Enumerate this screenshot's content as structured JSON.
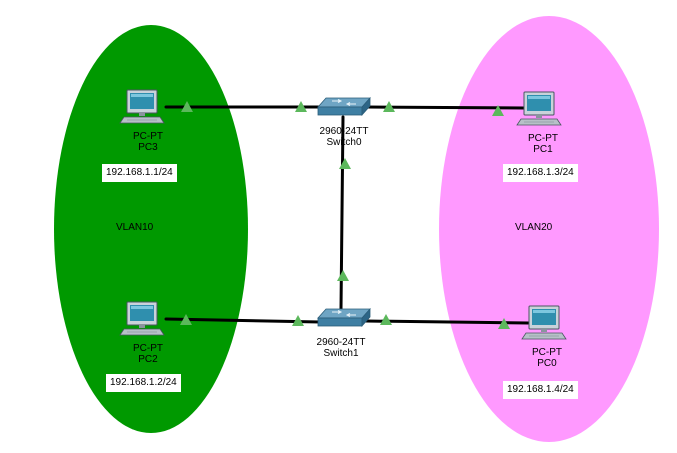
{
  "colors": {
    "vlan10_fill": "#009900",
    "vlan20_fill": "#ff99ff",
    "link": "#000000",
    "port_up": "#5cb85c"
  },
  "vlan10": {
    "label": "VLAN10"
  },
  "vlan20": {
    "label": "VLAN20"
  },
  "devices": {
    "pc3": {
      "model": "PC-PT",
      "name": "PC3",
      "ip": "192.168.1.1/24"
    },
    "pc2": {
      "model": "PC-PT",
      "name": "PC2",
      "ip": "192.168.1.2/24"
    },
    "pc1": {
      "model": "PC-PT",
      "name": "PC1",
      "ip": "192.168.1.3/24"
    },
    "pc0": {
      "model": "PC-PT",
      "name": "PC0",
      "ip": "192.168.1.4/24"
    },
    "switch0": {
      "model": "2960-24TT",
      "name": "Switch0"
    },
    "switch1": {
      "model": "2960-24TT",
      "name": "Switch1"
    }
  },
  "icons": {
    "pc": "pc-icon",
    "switch": "switch-icon",
    "port": "link-up-triangle-icon"
  }
}
